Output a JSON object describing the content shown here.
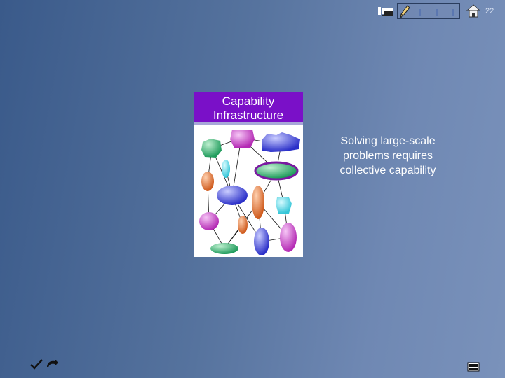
{
  "page_number": "22",
  "toolbar": {
    "icons": [
      "slide-menu-icon",
      "pen-icon",
      "nav-dot-icon",
      "nav-dot-icon",
      "nav-dot-icon",
      "home-icon"
    ]
  },
  "figure": {
    "title_lines": [
      "Capability",
      "Infrastructure"
    ],
    "title_bg": "#7a10c8"
  },
  "caption": {
    "lines": [
      "Solving large-scale",
      "problems requires",
      "collective capability"
    ]
  },
  "footer": {
    "icons": [
      "check-icon",
      "return-icon",
      "slide-thumbnail-icon"
    ]
  }
}
